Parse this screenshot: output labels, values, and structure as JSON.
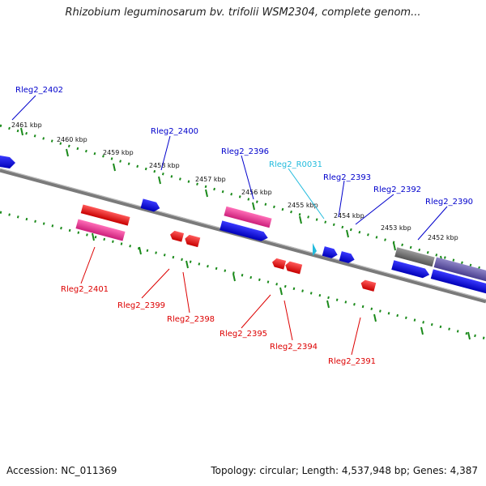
{
  "title": "Rhizobium leguminosarum bv. trifolii WSM2304, complete genom...",
  "footer": {
    "accession": "Accession: NC_011369",
    "topology": "Topology: circular; Length: 4,537,948 bp; Genes: 4,387"
  },
  "scale": {
    "ticks": [
      "2461 kbp",
      "2460 kbp",
      "2459 kbp",
      "2458 kbp",
      "2457 kbp",
      "2456 kbp",
      "2455 kbp",
      "2454 kbp",
      "2453 kbp",
      "2452 kbp"
    ]
  },
  "genes": {
    "forward": [
      "Rleg2_2402",
      "Rleg2_2400",
      "Rleg2_2396",
      "Rleg2_R0031",
      "Rleg2_2393",
      "Rleg2_2392",
      "Rleg2_2390"
    ],
    "reverse": [
      "Rleg2_2401",
      "Rleg2_2399",
      "Rleg2_2398",
      "Rleg2_2395",
      "Rleg2_2394",
      "Rleg2_2391"
    ]
  },
  "colors": {
    "forward_gene": "#0000cc",
    "reverse_gene": "#dd0000",
    "rna_gene": "#22bbdd",
    "backbone": "#7a7a7a",
    "ticks": "#1a8a1a",
    "pink_feature": "#e0338f"
  }
}
